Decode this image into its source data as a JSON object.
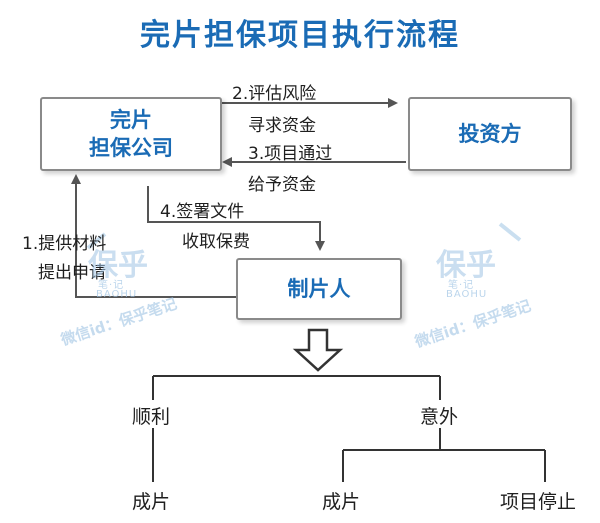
{
  "title": "完片担保项目执行流程",
  "nodes": {
    "guarantor": [
      "完片",
      "担保公司"
    ],
    "investor": "投资方",
    "producer": "制片人"
  },
  "steps": {
    "s1": [
      "1.提供材料",
      "提出申请"
    ],
    "s2": [
      "2.评估风险",
      "寻求资金"
    ],
    "s3": [
      "3.项目通过",
      "给予资金"
    ],
    "s4": [
      "4.签署文件",
      "收取保费"
    ]
  },
  "outcomes": {
    "smooth": "顺利",
    "accident": "意外",
    "smooth_done": "成片",
    "accident_done": "成片",
    "accident_stop": "项目停止"
  },
  "watermark": {
    "brand": "保乎",
    "brand_sub": "笔·记",
    "brand_en": "BAOHU",
    "wechat": "微信id：保乎笔记"
  },
  "colors": {
    "accent": "#1a6bb5",
    "line": "#555555"
  }
}
